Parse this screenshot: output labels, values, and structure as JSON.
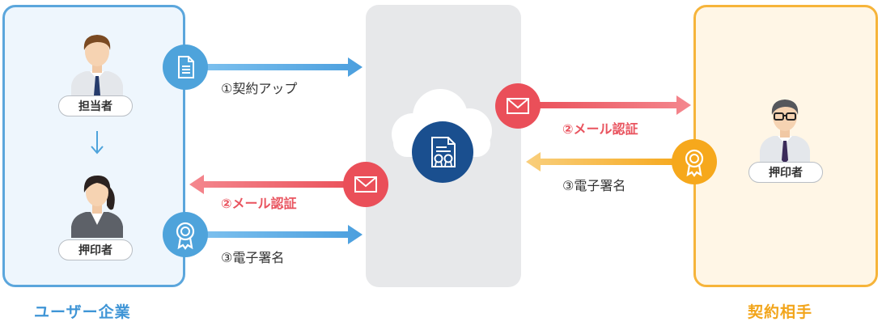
{
  "left_panel": {
    "caption": "ユーザー企業",
    "person_top": "担当者",
    "person_bottom": "押印者"
  },
  "right_panel": {
    "caption": "契約相手",
    "person": "押印者"
  },
  "flows": {
    "contract_upload": "①契約アップ",
    "mail_auth_left": "②メール認証",
    "esign_left": "③電子署名",
    "mail_auth_right": "②メール認証",
    "esign_right": "③電子署名"
  },
  "icons": [
    "document-icon",
    "mail-icon",
    "badge-icon",
    "cloud-contract-icon",
    "down-arrow-icon",
    "person-icon"
  ],
  "colors": {
    "blue": "#4ea3db",
    "red": "#e9545f",
    "orange": "#f6a81c",
    "navy": "#1a4f8f",
    "cloud_gray": "#e7e8ea"
  }
}
